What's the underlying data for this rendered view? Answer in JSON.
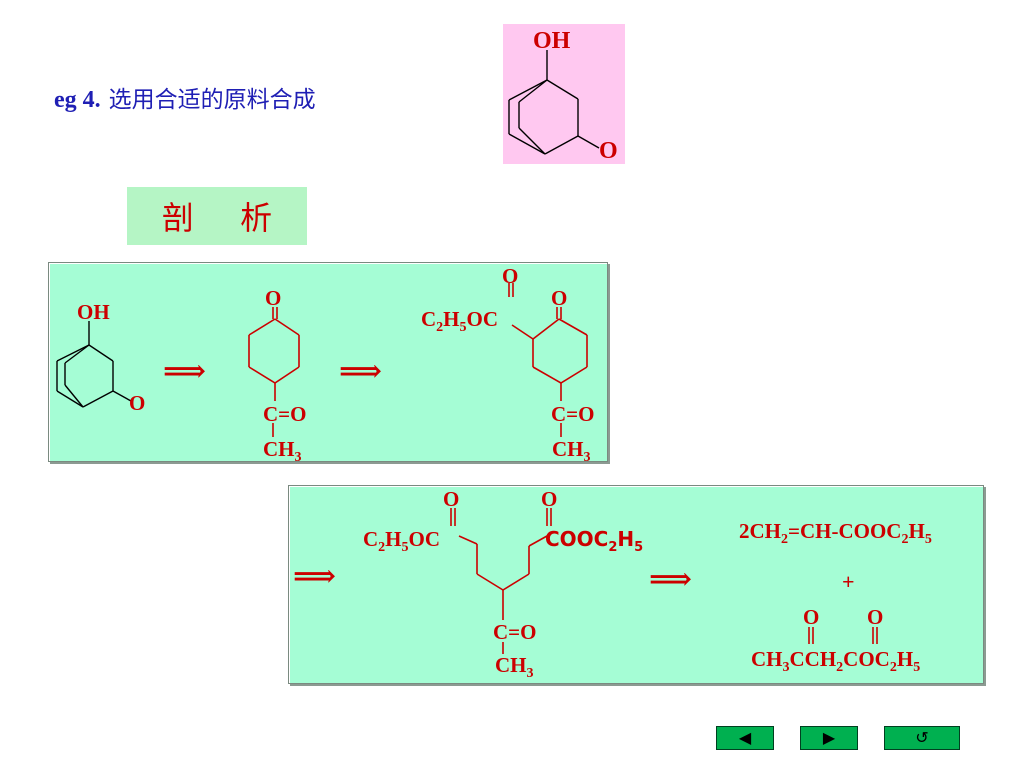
{
  "title": {
    "prefix": "eg 4.",
    "text": "选用合适的原料合成"
  },
  "analysis_label": "剖 析",
  "labels": {
    "OH": "OH",
    "O": "O",
    "CO": "C=O",
    "CH": "CH",
    "sub3": "3",
    "sub2": "2",
    "sub5": "5",
    "C2H5OC": {
      "a": "C",
      "b": "H",
      "c": "OC"
    },
    "COOC2H5": {
      "a": "COOC",
      "b": "H"
    },
    "plus": "+",
    "acrylate": {
      "a": "2CH",
      "b": "=CH-COOC",
      "c": "H"
    },
    "acetoacetate": {
      "a": "CH",
      "b": "CCH",
      "c": "COC",
      "d": "H"
    },
    "arrow": "⟹"
  },
  "nav": {
    "prev_icon": "◀",
    "next_icon": "▶",
    "return_icon": "↺"
  },
  "colors": {
    "title_blue": "#1f1fb4",
    "structure_red": "#cc0000",
    "panel_green": "#a5fdd5",
    "label_green": "#b5f5c5",
    "target_pink": "#ffc8f0",
    "nav_green": "#00b050"
  }
}
